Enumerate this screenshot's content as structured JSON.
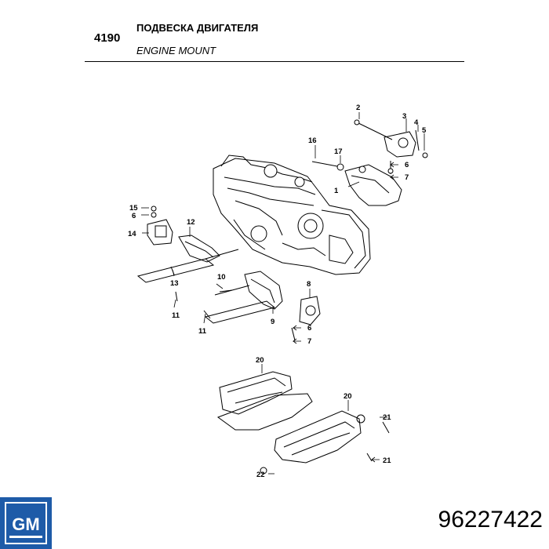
{
  "header": {
    "code": "4190",
    "title_ru": "ПОДВЕСКА ДВИГАТЕЛЯ",
    "title_en": "ENGINE MOUNT"
  },
  "callouts": {
    "c1": "1",
    "c2": "2",
    "c3": "3",
    "c4": "4",
    "c5": "5",
    "c6a": "6",
    "c6b": "6",
    "c6c": "6",
    "c7a": "7",
    "c7b": "7",
    "c8": "8",
    "c9": "9",
    "c10": "10",
    "c11a": "11",
    "c11b": "11",
    "c12": "12",
    "c13": "13",
    "c14": "14",
    "c15": "15",
    "c16": "16",
    "c17": "17",
    "c20a": "20",
    "c20b": "20",
    "c21a": "21",
    "c21b": "21",
    "c22": "22"
  },
  "logo": {
    "text": "GM",
    "color": "#1e5ba8"
  },
  "footer": {
    "part_number": "96227422"
  }
}
